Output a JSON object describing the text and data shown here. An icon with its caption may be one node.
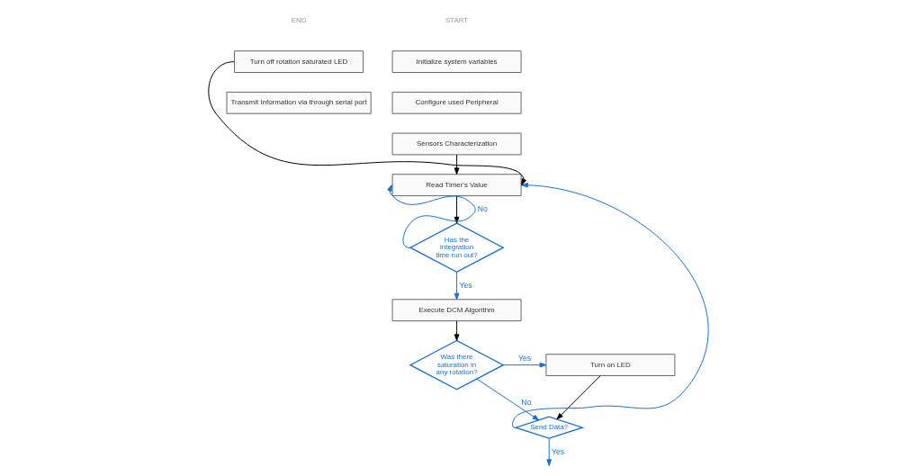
{
  "diagram": {
    "nodes": [
      {
        "text": [
          "Initialize system variables"
        ]
      },
      {
        "text": [
          "Configure used Peripheral"
        ]
      },
      {
        "text": [
          "Sensors Characterization"
        ]
      },
      {
        "text": [
          "Read Timer's Value"
        ]
      },
      {
        "text": [
          "Has the integration time run out?"
        ]
      },
      {
        "text": [
          "Execute DCM Algorithm"
        ]
      },
      {
        "text": [
          "Was there saturation in any rotation?"
        ]
      },
      {
        "text": [
          "Turn on LED"
        ]
      },
      {
        "text": [
          "Send Data?"
        ]
      },
      {
        "text": [
          "Turn off rotation saturated LED"
        ]
      },
      {
        "text": [
          "Transmit Information via through serial port"
        ]
      }
    ],
    "edges": [
      {
        "from": 2,
        "to": 3,
        "arrow": "to",
        "color": "#000000"
      },
      {
        "from": 3,
        "to": 4,
        "arrow": "to",
        "color": "#000000"
      },
      {
        "from": 4,
        "to": 3,
        "arrow": "to",
        "label": "No"
      },
      {
        "from": 4,
        "to": 5,
        "arrow": "to",
        "label": "Yes"
      },
      {
        "from": 5,
        "to": 6,
        "arrow": "to",
        "color": "#000000"
      },
      {
        "from": 6,
        "to": 7,
        "arrow": "to",
        "label": "Yes"
      },
      {
        "from": 6,
        "to": 8,
        "arrow": "to",
        "label": "No"
      },
      {
        "from": 7,
        "to": 8,
        "arrow": "to",
        "color": "#000000"
      },
      {
        "from": 8,
        "to": null,
        "arrow": "to",
        "label": "Yes"
      },
      {
        "from": 8,
        "to": 3,
        "arrow": "to"
      },
      {
        "from": 9,
        "to": 3,
        "arrow": "to",
        "color": "#000000"
      }
    ],
    "labels": [
      "START",
      "END"
    ]
  }
}
